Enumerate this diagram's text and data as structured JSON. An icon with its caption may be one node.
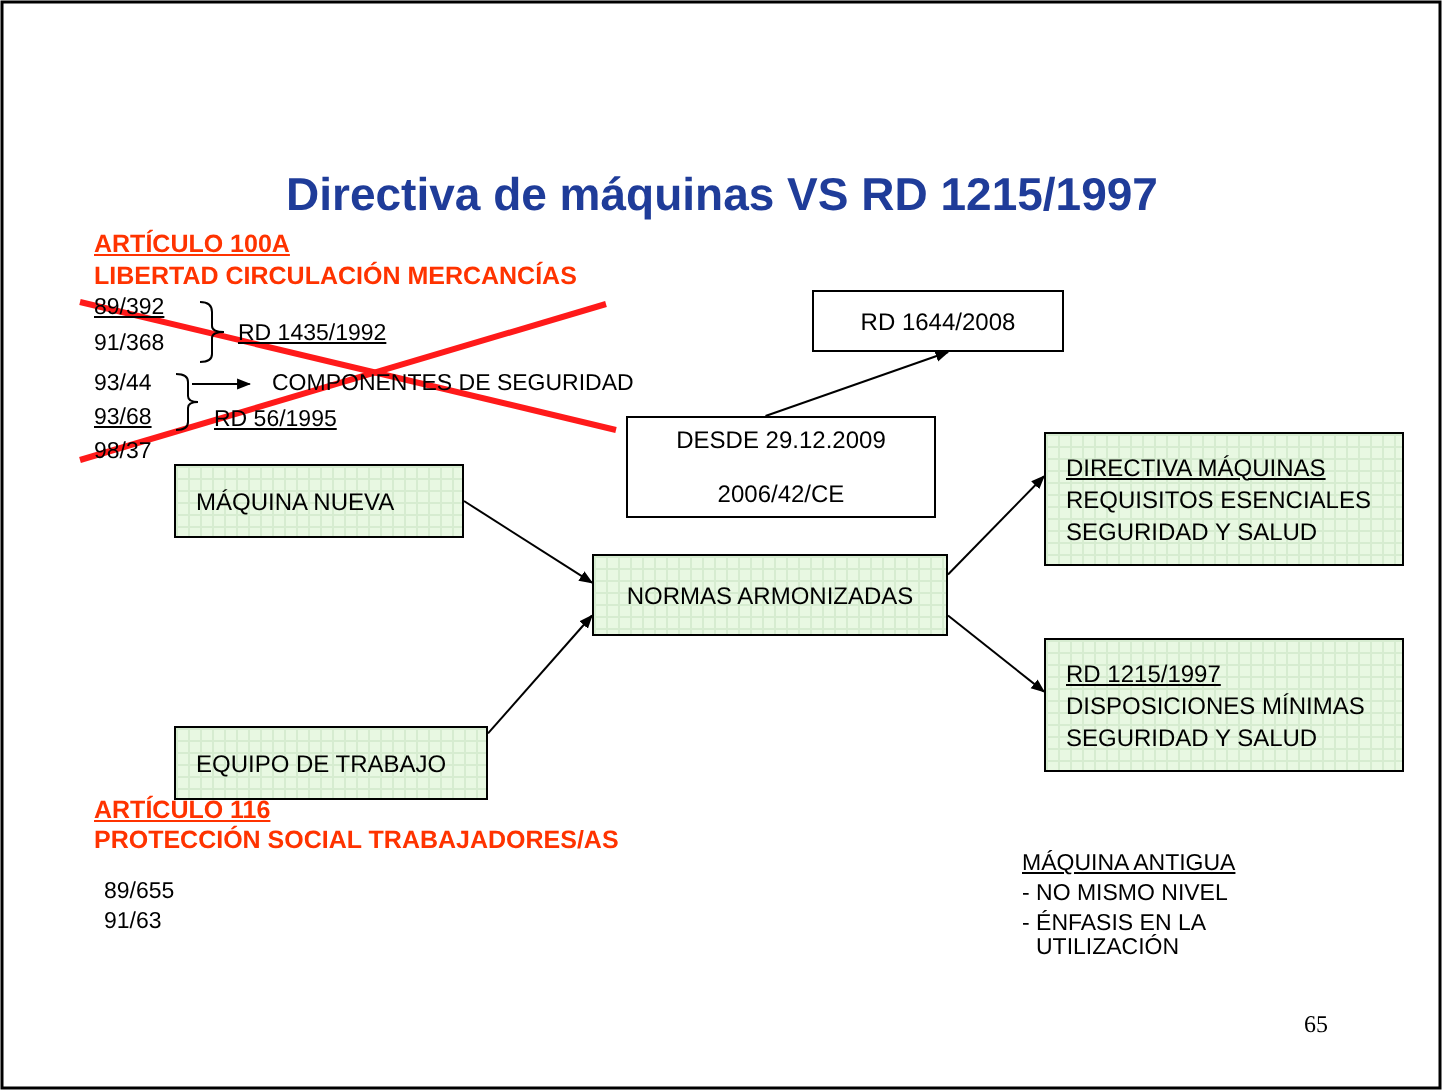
{
  "diagram": {
    "title": "Directiva de máquinas VS RD 1215/1997",
    "nodes": [
      {
        "text": [
          "MÁQUINA NUEVA"
        ]
      },
      {
        "text": [
          "EQUIPO DE TRABAJO"
        ]
      },
      {
        "text": [
          "NORMAS ARMONIZADAS"
        ]
      },
      {
        "text": [
          "DIRECTIVA MÁQUINAS",
          "REQUISITOS ESENCIALES SEGURIDAD Y SALUD"
        ]
      },
      {
        "text": [
          "RD 1215/1997",
          "DISPOSICIONES MÍNIMAS SEGURIDAD Y SALUD"
        ]
      },
      {
        "text": [
          "DESDE 29.12.2009",
          "2006/42/CE"
        ]
      },
      {
        "text": [
          "RD 1644/2008"
        ]
      },
      {
        "text": [
          "COMPONENTES DE SEGURIDAD"
        ]
      }
    ],
    "edges": [
      {
        "from": 0,
        "to": 2,
        "arrow": "to"
      },
      {
        "from": 1,
        "to": 2,
        "arrow": "to"
      },
      {
        "from": 2,
        "to": 3,
        "arrow": "to"
      },
      {
        "from": 2,
        "to": 4,
        "arrow": "to"
      },
      {
        "from": 5,
        "to": 6,
        "arrow": "to"
      },
      {
        "from": null,
        "to": 7,
        "arrow": "to"
      }
    ],
    "labels": [
      "ARTÍCULO 100A",
      "LIBERTAD CIRCULACIÓN MERCANCÍAS",
      "89/392",
      "91/368",
      "RD 1435/1992",
      "93/44",
      "93/68",
      "RD 56/1995",
      "98/37",
      "ARTÍCULO 116",
      "PROTECCIÓN SOCIAL TRABAJADORES/AS",
      "89/655",
      "91/63",
      "MÁQUINA ANTIGUA",
      "- NO MISMO NIVEL",
      "- ÉNFASIS EN LA UTILIZACIÓN",
      "65"
    ]
  }
}
